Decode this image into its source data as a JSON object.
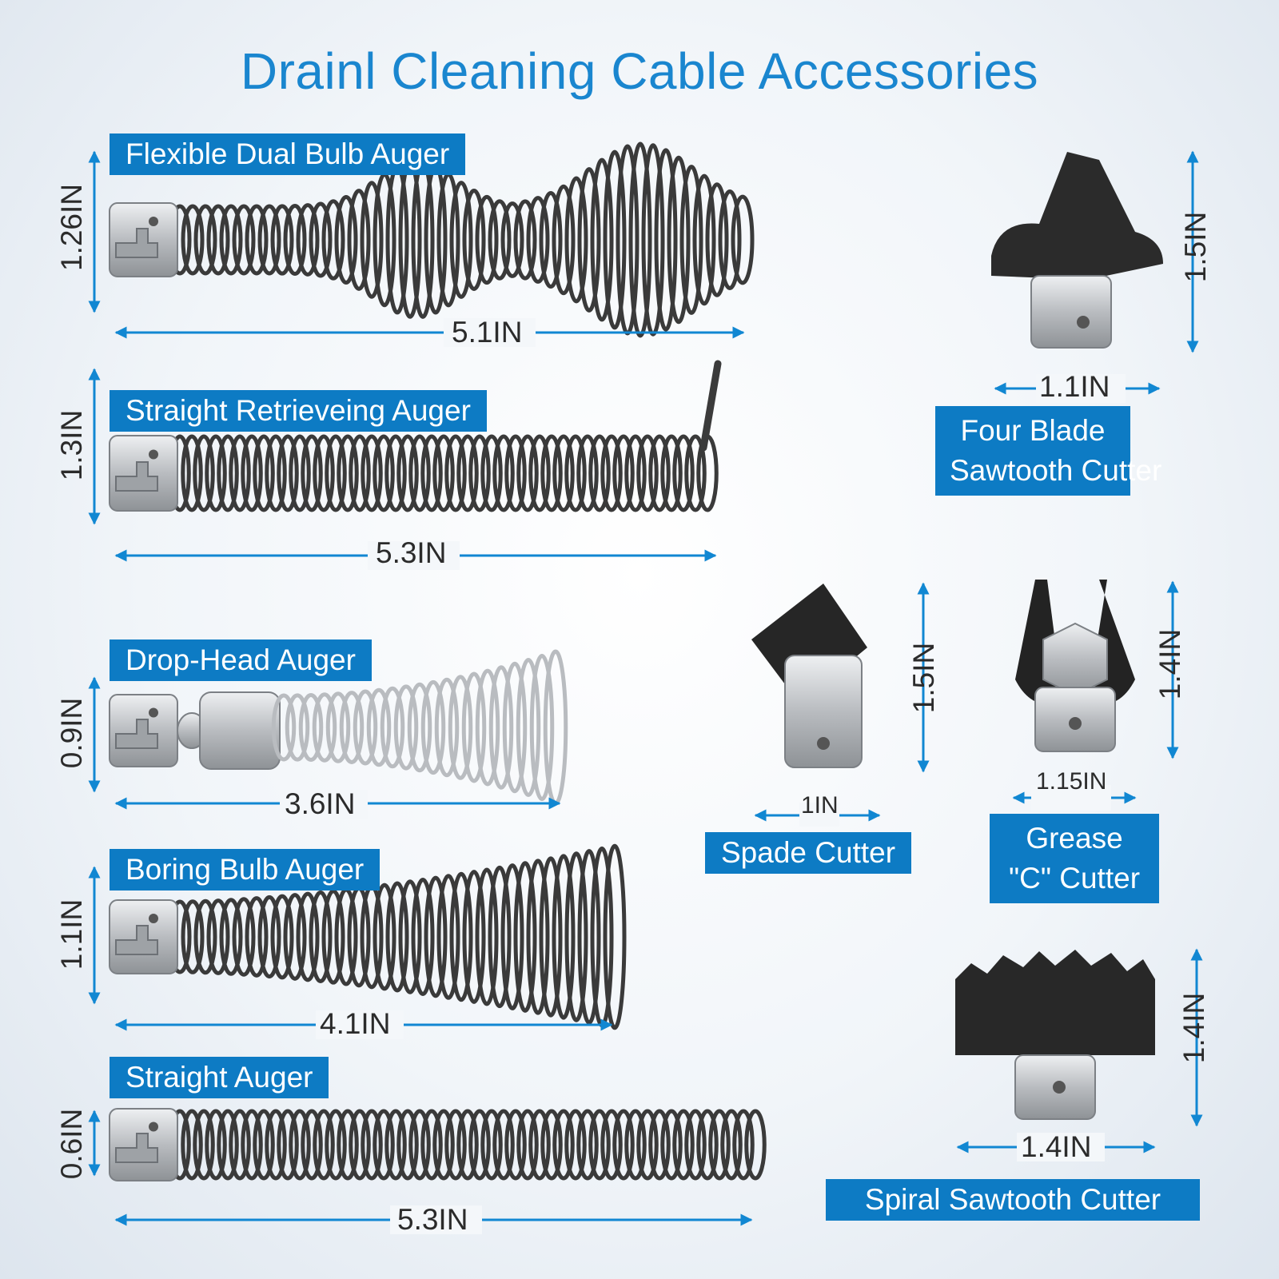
{
  "title": "Drainl Cleaning Cable Accessories",
  "colors": {
    "accent": "#0d7bc4",
    "title": "#1a86cf",
    "arrow": "#1187d2",
    "coil": "#3a3a3a",
    "steel": "#c7c9cc"
  },
  "augers": [
    {
      "name": "Flexible Dual Bulb Auger",
      "height": "1.26IN",
      "length": "5.1IN"
    },
    {
      "name": "Straight Retrieveing Auger",
      "height": "1.3IN",
      "length": "5.3IN"
    },
    {
      "name": "Drop-Head Auger",
      "height": "0.9IN",
      "length": "3.6IN"
    },
    {
      "name": "Boring Bulb Auger",
      "height": "1.1IN",
      "length": "4.1IN"
    },
    {
      "name": "Straight Auger",
      "height": "0.6IN",
      "length": "5.3IN"
    }
  ],
  "cutters": [
    {
      "name_line1": "Four Blade",
      "name_line2": "Sawtooth Cutter",
      "height": "1.5IN",
      "width": "1.1IN"
    },
    {
      "name": "Spade Cutter",
      "height": "1.5IN",
      "width": "1IN"
    },
    {
      "name_line1": "Grease",
      "name_line2": "\"C\" Cutter",
      "height": "1.4IN",
      "width": "1.15IN"
    },
    {
      "name": "Spiral Sawtooth Cutter",
      "height": "1.4IN",
      "width": "1.4IN"
    }
  ]
}
